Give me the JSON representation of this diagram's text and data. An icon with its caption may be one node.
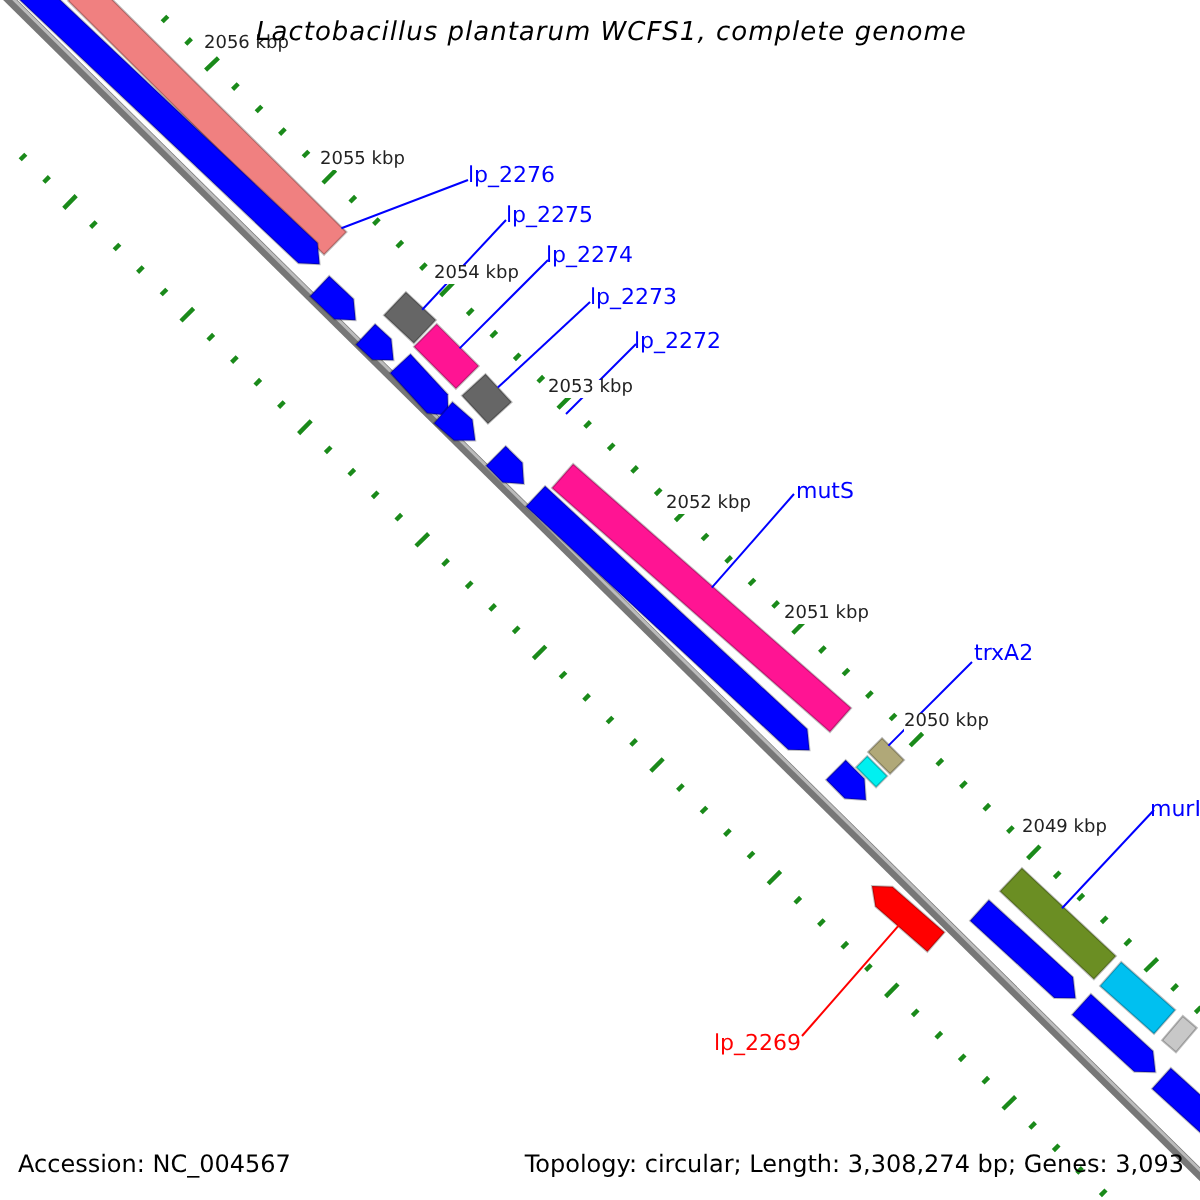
{
  "diagram": {
    "title": "Lactobacillus plantarum WCFS1, complete genome",
    "nodes": [
      {
        "text": [
          "lp_2276"
        ]
      },
      {
        "text": [],
        "shape": "bar"
      },
      {
        "text": [
          "lp_2275"
        ]
      },
      {
        "text": [],
        "shape": "bar"
      },
      {
        "text": [
          "lp_2274"
        ]
      },
      {
        "text": [],
        "shape": "bar"
      },
      {
        "text": [
          "lp_2273"
        ]
      },
      {
        "text": [],
        "shape": "bar"
      },
      {
        "text": [
          "lp_2272"
        ]
      },
      {
        "text": [
          "mutS"
        ]
      },
      {
        "text": [],
        "shape": "bar"
      },
      {
        "text": [
          "trxA2"
        ]
      },
      {
        "text": [],
        "shape": "bar"
      },
      {
        "text": [
          "murI"
        ]
      },
      {
        "text": [],
        "shape": "bar"
      },
      {
        "text": [
          "lp_2269"
        ]
      },
      {
        "text": [],
        "shape": "arrow"
      },
      {
        "text": [],
        "shape": "bar"
      },
      {
        "text": [],
        "shape": "bar"
      },
      {
        "text": [],
        "shape": "bar"
      },
      {
        "text": [],
        "shape": "arrow"
      },
      {
        "text": [],
        "shape": "arrow"
      },
      {
        "text": [],
        "shape": "arrow"
      },
      {
        "text": [],
        "shape": "arrow"
      },
      {
        "text": [],
        "shape": "arrow"
      },
      {
        "text": [],
        "shape": "arrow"
      },
      {
        "text": [],
        "shape": "arrow"
      },
      {
        "text": [],
        "shape": "arrow"
      },
      {
        "text": [],
        "shape": "arrow"
      },
      {
        "text": [],
        "shape": "arrow"
      },
      {
        "text": [],
        "shape": "arrow"
      }
    ],
    "edges": [
      {
        "from": 0,
        "to": 1,
        "arrow": "none"
      },
      {
        "from": 2,
        "to": 3,
        "arrow": "none"
      },
      {
        "from": 4,
        "to": 5,
        "arrow": "none"
      },
      {
        "from": 6,
        "to": 7,
        "arrow": "none"
      },
      {
        "from": 8,
        "to": null,
        "arrow": "none"
      },
      {
        "from": 9,
        "to": 10,
        "arrow": "none"
      },
      {
        "from": 11,
        "to": 12,
        "arrow": "none"
      },
      {
        "from": 13,
        "to": 14,
        "arrow": "none"
      },
      {
        "from": 15,
        "to": 16,
        "arrow": "none",
        "color": "#ff0000"
      }
    ],
    "labels": [
      "2056 kbp",
      "2055 kbp",
      "2054 kbp",
      "2053 kbp",
      "2052 kbp",
      "2051 kbp",
      "2050 kbp",
      "2049 kbp",
      "Accession: NC_004567",
      "Topology: circular; Length: 3,308,274 bp; Genes: 3,093"
    ]
  }
}
